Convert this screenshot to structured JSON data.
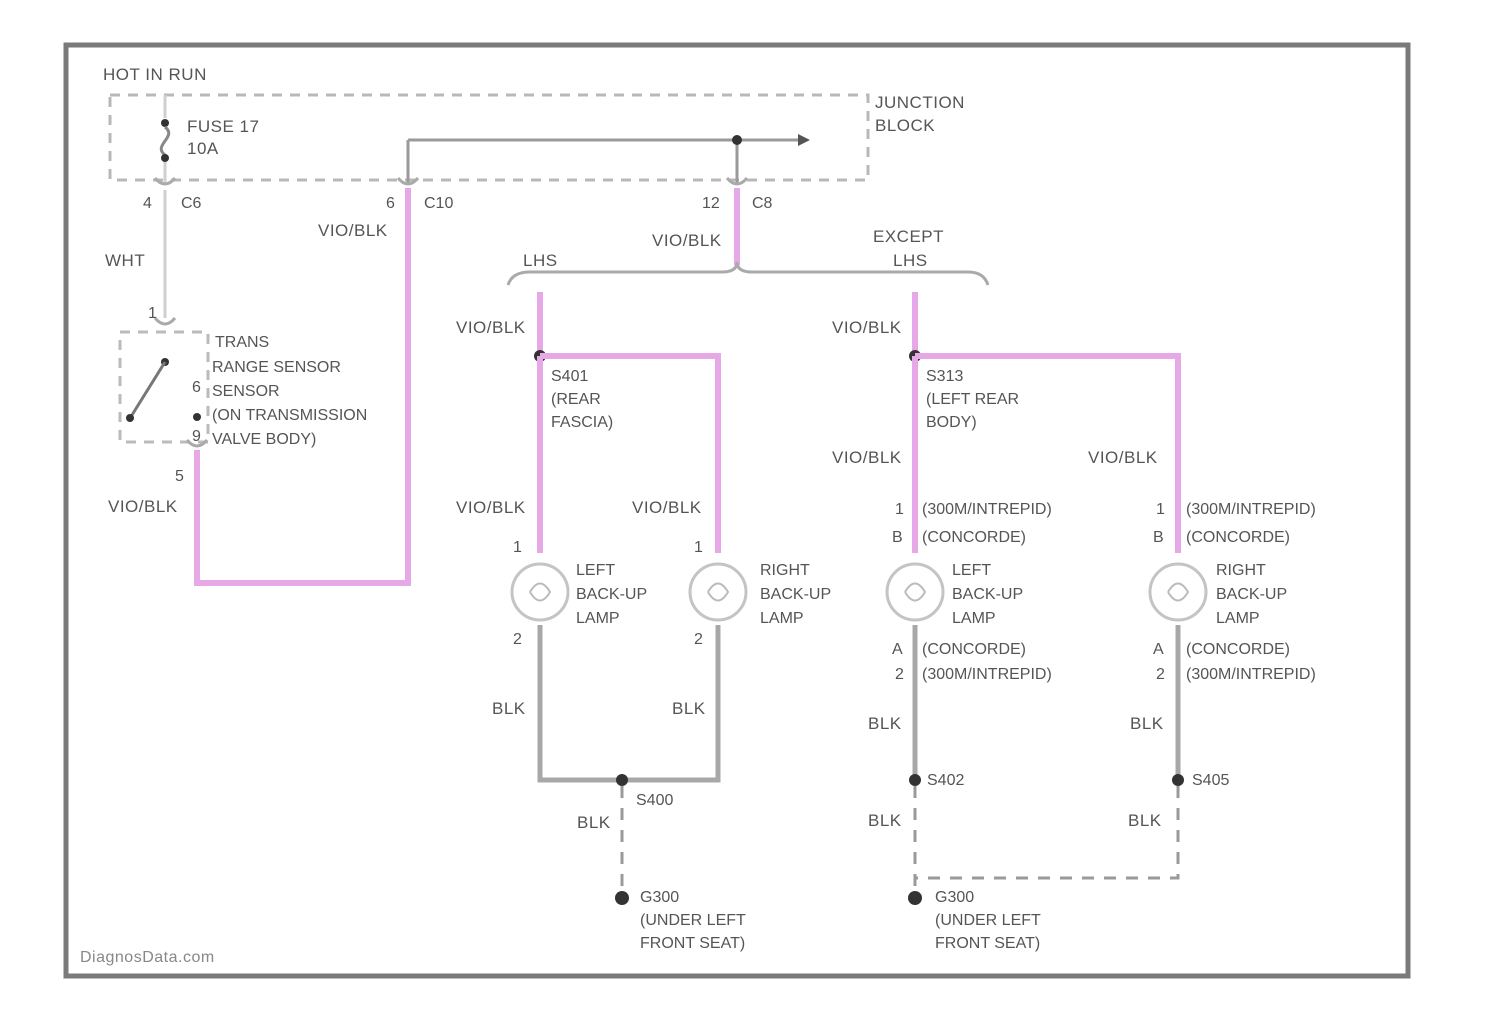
{
  "colors": {
    "violet_wire": "#e6a8e6",
    "black_wire": "#a8a8a8",
    "frame": "#7a7a7a"
  },
  "header": {
    "hot_in_run": "HOT IN RUN",
    "junction_block_1": "JUNCTION",
    "junction_block_2": "BLOCK"
  },
  "fuse": {
    "name": "FUSE 17",
    "rating": "10A"
  },
  "connectors": {
    "c6_pin": "4",
    "c6_name": "C6",
    "c10_pin": "6",
    "c10_name": "C10",
    "c8_pin": "12",
    "c8_name": "C8"
  },
  "wires": {
    "violet_black": "VIO/BLK",
    "white": "WHT",
    "black": "BLK"
  },
  "branches": {
    "lhs": "LHS",
    "except_1": "EXCEPT",
    "except_2": "LHS"
  },
  "sensor": {
    "line1": "TRANS",
    "line2": "RANGE SENSOR",
    "line3": "SENSOR",
    "line4": "(ON TRANSMISSION",
    "line5": "VALVE BODY)",
    "pin_top": "1",
    "pin_mid": "6",
    "pin_low": "9",
    "pin_bottom": "5"
  },
  "splices": {
    "s401_name": "S401",
    "s401_loc1": "(REAR",
    "s401_loc2": "FASCIA)",
    "s313_name": "S313",
    "s313_loc1": "(LEFT REAR",
    "s313_loc2": "BODY)",
    "s400": "S400",
    "s402": "S402",
    "s405": "S405"
  },
  "lamps": {
    "left_1": "LEFT",
    "right_1": "RIGHT",
    "line2": "BACK-UP",
    "line3": "LAMP",
    "pin1": "1",
    "pin2": "2",
    "pin_a": "A",
    "pin_b": "B",
    "intrepid": "(300M/INTREPID)",
    "concorde": "(CONCORDE)"
  },
  "grounds": {
    "g300_name": "G300",
    "g300_loc1": "(UNDER LEFT",
    "g300_loc2": "FRONT SEAT)",
    "g301_name": "G300",
    "g301_loc1": "(UNDER LEFT",
    "g301_loc2": "FRONT SEAT)"
  },
  "watermark": "DiagnosData.com"
}
